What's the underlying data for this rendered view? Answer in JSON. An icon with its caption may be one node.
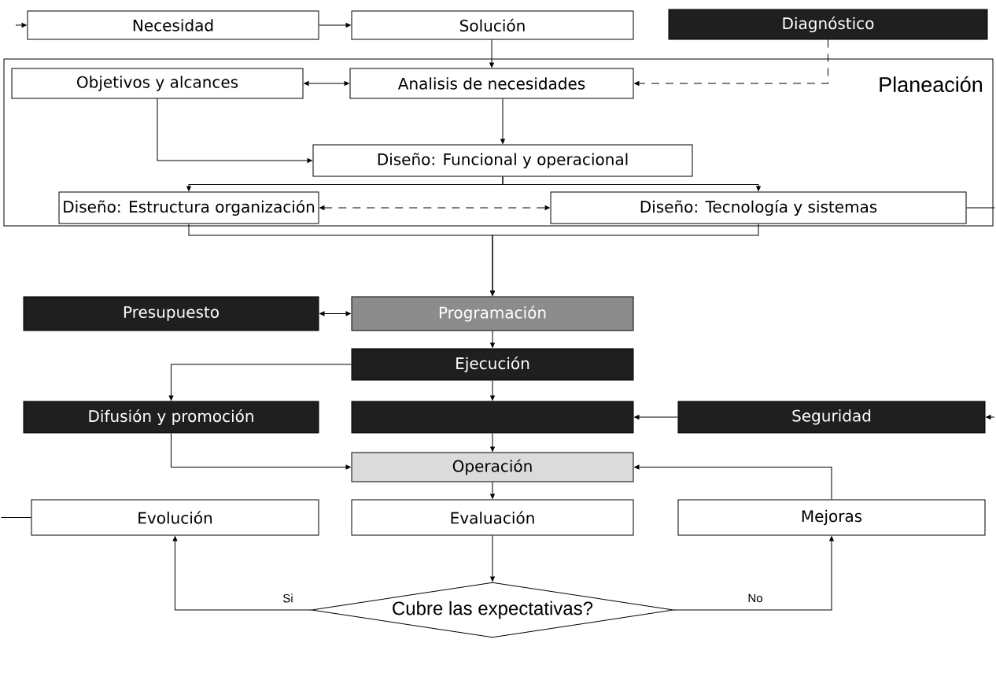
{
  "diagram": {
    "nodes": [
      {
        "text": [
          "Necesidad"
        ]
      },
      {
        "text": [
          "Solución"
        ]
      },
      {
        "text": [
          "Diagnóstico"
        ]
      },
      {
        "text": [
          "Planeación"
        ]
      },
      {
        "text": [
          "Objetivos y alcances"
        ],
        "in": 3
      },
      {
        "text": [
          "Analisis de necesidades"
        ],
        "in": 3
      },
      {
        "text": [
          "Diseño: Funcional y operacional"
        ],
        "in": 3
      },
      {
        "text": [
          "Diseño: Estructura organización"
        ],
        "in": 3
      },
      {
        "text": [
          "Diseño: Tecnología y sistemas"
        ],
        "in": 3
      },
      {
        "text": [
          "Presupuesto"
        ]
      },
      {
        "text": [
          "Programación"
        ]
      },
      {
        "text": [
          "Ejecución"
        ]
      },
      {
        "text": [
          "Difusión y promoción"
        ]
      },
      {
        "text": [],
        "shape": "box"
      },
      {
        "text": [
          "Seguridad"
        ]
      },
      {
        "text": [
          "Operación"
        ]
      },
      {
        "text": [
          "Evolución"
        ]
      },
      {
        "text": [
          "Evaluación"
        ]
      },
      {
        "text": [
          "Mejoras"
        ]
      },
      {
        "text": [
          "Cubre las expectativas?"
        ]
      }
    ],
    "edges": [
      {
        "from": null,
        "to": 0,
        "arrow": "to"
      },
      {
        "from": 0,
        "to": 1,
        "arrow": "to"
      },
      {
        "from": 1,
        "to": 5,
        "arrow": "to"
      },
      {
        "from": 2,
        "to": 5,
        "arrow": "to",
        "style": "dashed"
      },
      {
        "from": 4,
        "to": 5,
        "arrow": "both"
      },
      {
        "from": 4,
        "to": 6,
        "arrow": "to"
      },
      {
        "from": 5,
        "to": 6,
        "arrow": "to"
      },
      {
        "from": 6,
        "to": 7,
        "arrow": "to"
      },
      {
        "from": 6,
        "to": 8,
        "arrow": "to"
      },
      {
        "from": 7,
        "to": 8,
        "arrow": "both",
        "style": "dashed"
      },
      {
        "from": 8,
        "to": null,
        "arrow": "none"
      },
      {
        "from": 7,
        "to": 10,
        "arrow": "to"
      },
      {
        "from": 8,
        "to": 10,
        "arrow": "to"
      },
      {
        "from": 10,
        "to": 9,
        "arrow": "both"
      },
      {
        "from": 10,
        "to": 11,
        "arrow": "to"
      },
      {
        "from": 11,
        "to": 12,
        "arrow": "to"
      },
      {
        "from": 11,
        "to": 13,
        "arrow": "to"
      },
      {
        "from": 14,
        "to": 13,
        "arrow": "to"
      },
      {
        "from": null,
        "to": 14,
        "arrow": "to"
      },
      {
        "from": 13,
        "to": 15,
        "arrow": "to"
      },
      {
        "from": 12,
        "to": 15,
        "arrow": "to"
      },
      {
        "from": 18,
        "to": 15,
        "arrow": "to"
      },
      {
        "from": 15,
        "to": 17,
        "arrow": "to"
      },
      {
        "from": 17,
        "to": 19,
        "arrow": "to"
      },
      {
        "from": 19,
        "to": 16,
        "arrow": "to",
        "label": "Si"
      },
      {
        "from": 19,
        "to": 18,
        "arrow": "to",
        "label": "No"
      },
      {
        "from": 16,
        "to": null,
        "arrow": "none"
      }
    ]
  }
}
